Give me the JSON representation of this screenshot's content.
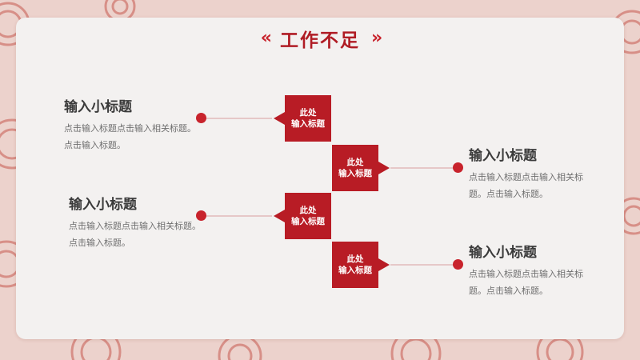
{
  "page": {
    "title": "工作不足",
    "accent_color": "#c8232c",
    "box_color": "#b81c25"
  },
  "items": [
    {
      "side": "left",
      "box_line1": "此处",
      "box_line2": "输入标题",
      "heading": "输入小标题",
      "text": "点击输入标题点击输入相关标题。点击输入标题。"
    },
    {
      "side": "right",
      "box_line1": "此处",
      "box_line2": "输入标题",
      "heading": "输入小标题",
      "text": "点击输入标题点击输入相关标题。点击输入标题。"
    },
    {
      "side": "left",
      "box_line1": "此处",
      "box_line2": "输入标题",
      "heading": "输入小标题",
      "text": "点击输入标题点击输入相关标题。点击输入标题。"
    },
    {
      "side": "right",
      "box_line1": "此处",
      "box_line2": "输入标题",
      "heading": "输入小标题",
      "text": "点击输入标题点击输入相关标题。点击输入标题。"
    }
  ]
}
